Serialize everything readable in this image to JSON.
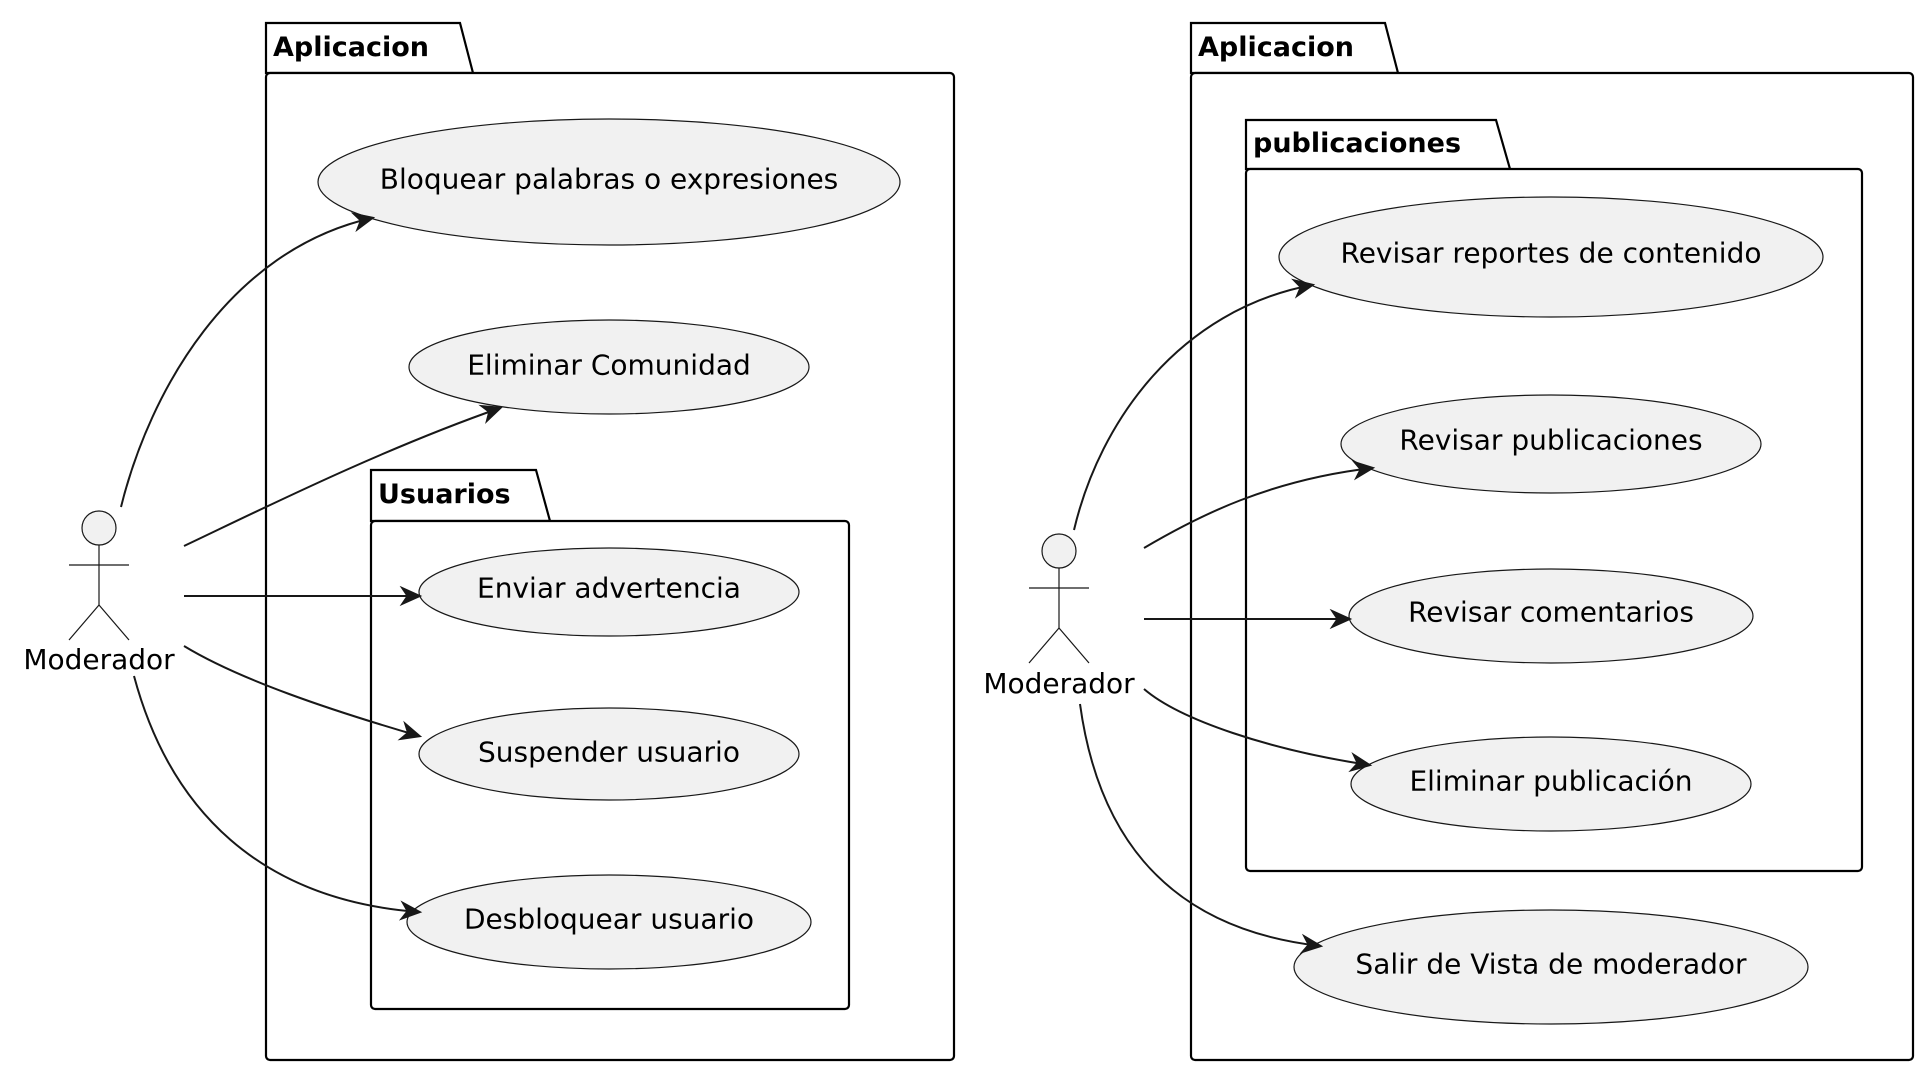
{
  "diagram": {
    "type": "use-case",
    "left": {
      "package_title": "Aplicacion",
      "subpackage_title": "Usuarios",
      "actor": "Moderador",
      "use_cases": [
        "Bloquear palabras o expresiones",
        "Eliminar Comunidad",
        "Enviar advertencia",
        "Suspender usuario",
        "Desbloquear usuario"
      ]
    },
    "right": {
      "package_title": "Aplicacion",
      "subpackage_title": "publicaciones",
      "actor": "Moderador",
      "use_cases": [
        "Revisar reportes de contenido",
        "Revisar publicaciones",
        "Revisar comentarios",
        "Eliminar publicación",
        "Salir de Vista de moderador"
      ]
    },
    "relations": [
      {
        "from": "left.actor",
        "to": "left.use_cases.0"
      },
      {
        "from": "left.actor",
        "to": "left.use_cases.1"
      },
      {
        "from": "left.actor",
        "to": "left.use_cases.2"
      },
      {
        "from": "left.actor",
        "to": "left.use_cases.3"
      },
      {
        "from": "left.actor",
        "to": "left.use_cases.4"
      },
      {
        "from": "right.actor",
        "to": "right.use_cases.0"
      },
      {
        "from": "right.actor",
        "to": "right.use_cases.1"
      },
      {
        "from": "right.actor",
        "to": "right.use_cases.2"
      },
      {
        "from": "right.actor",
        "to": "right.use_cases.3"
      },
      {
        "from": "right.actor",
        "to": "right.use_cases.4"
      }
    ]
  }
}
